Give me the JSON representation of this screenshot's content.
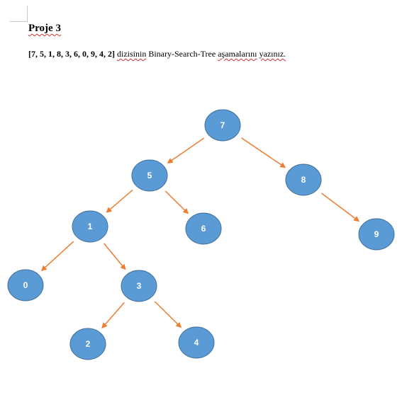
{
  "document": {
    "title": "Proje 3",
    "array_text": "[7, 5, 1, 8, 3, 6, 0, 9, 4, 2]",
    "text_word1": "dizisinin",
    "text_middle": "Binary-Search-Tree",
    "text_word2": "aşamalarını",
    "text_word3": "yazınız."
  },
  "tree": {
    "node_color": "#5b9bd5",
    "node_border": "#41719c",
    "edge_color": "#ed7d31",
    "nodes": [
      {
        "id": "n7",
        "label": "7"
      },
      {
        "id": "n5",
        "label": "5"
      },
      {
        "id": "n8",
        "label": "8"
      },
      {
        "id": "n1",
        "label": "1"
      },
      {
        "id": "n6",
        "label": "6"
      },
      {
        "id": "n9",
        "label": "9"
      },
      {
        "id": "n0",
        "label": "0"
      },
      {
        "id": "n3",
        "label": "3"
      },
      {
        "id": "n2",
        "label": "2"
      },
      {
        "id": "n4",
        "label": "4"
      }
    ],
    "edges": [
      {
        "from": "n7",
        "to": "n5"
      },
      {
        "from": "n7",
        "to": "n8"
      },
      {
        "from": "n5",
        "to": "n1"
      },
      {
        "from": "n5",
        "to": "n6"
      },
      {
        "from": "n8",
        "to": "n9"
      },
      {
        "from": "n1",
        "to": "n0"
      },
      {
        "from": "n1",
        "to": "n3"
      },
      {
        "from": "n3",
        "to": "n2"
      },
      {
        "from": "n3",
        "to": "n4"
      }
    ]
  }
}
